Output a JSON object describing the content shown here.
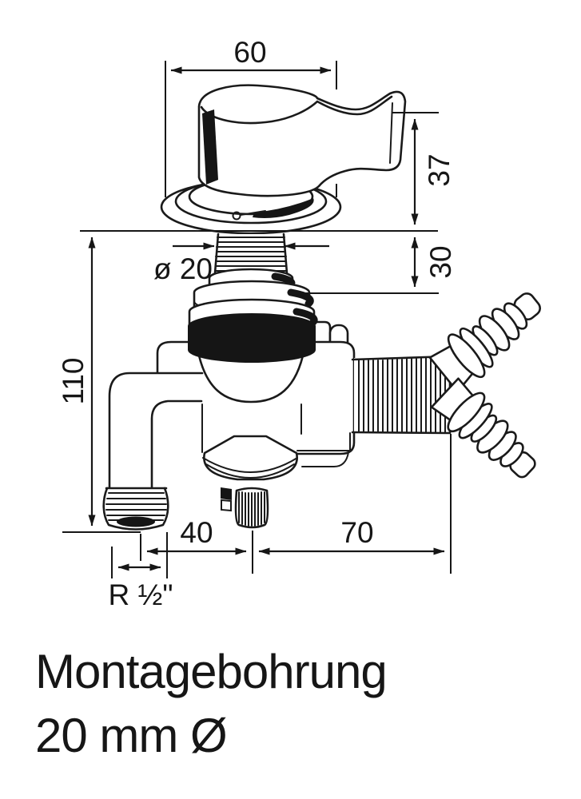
{
  "drawing": {
    "dim_width_top": "60",
    "dim_handle_height": "37",
    "dim_shank_length": "30",
    "dim_shank_diameter": "ø 20",
    "dim_total_height": "110",
    "dim_spout_offset": "40",
    "dim_connector_length": "70",
    "dim_spout_thread": "R ½\"",
    "caption_line1": "Montagebohrung",
    "caption_line2": "20 mm Ø",
    "ink_color": "#161616",
    "background_color": "#ffffff"
  }
}
